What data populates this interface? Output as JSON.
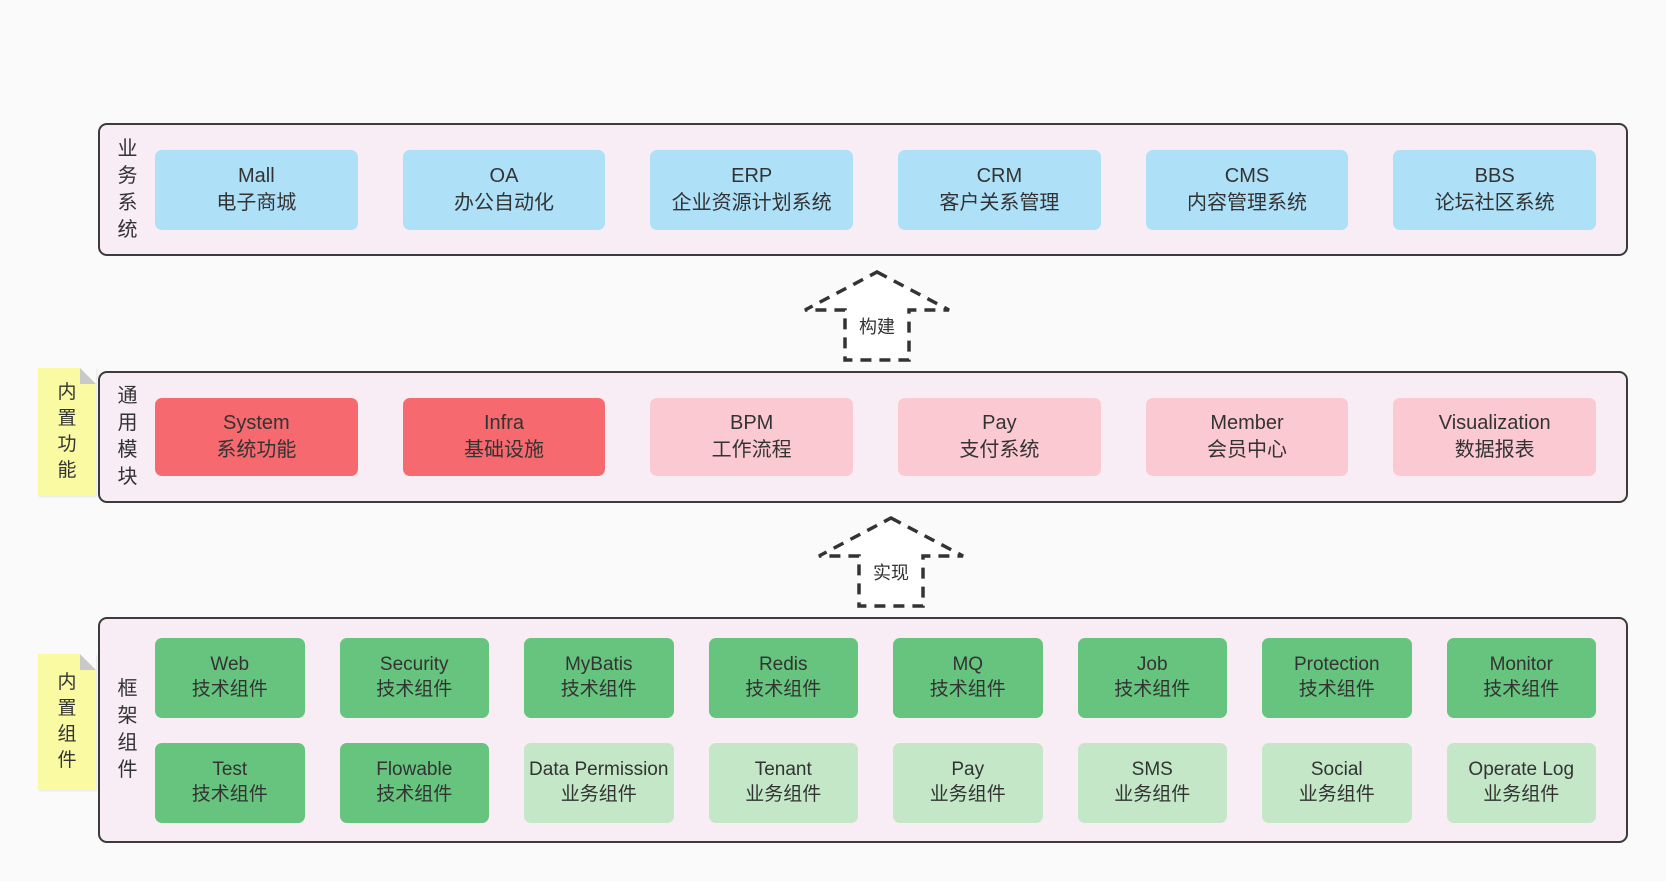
{
  "colors": {
    "page-bg": "#fafafa",
    "panel-bg": "#f8edf4",
    "panel-border": "#3b3b3b",
    "blue": "#aee0f8",
    "red": "#f5696f",
    "pink": "#fbc9d2",
    "green": "#66c47e",
    "green-light": "#c3e7c7",
    "note-yellow": "#fafaa3",
    "note-fold": "#c9c9c9",
    "text": "#333333",
    "arrow": "#333333"
  },
  "arrows": [
    {
      "label": "构建"
    },
    {
      "label": "实现"
    }
  ],
  "layers": [
    {
      "label": "业务系统",
      "boxes": [
        {
          "title": "Mall",
          "subtitle": "电子商城",
          "variant": "blue"
        },
        {
          "title": "OA",
          "subtitle": "办公自动化",
          "variant": "blue"
        },
        {
          "title": "ERP",
          "subtitle": "企业资源计划系统",
          "variant": "blue"
        },
        {
          "title": "CRM",
          "subtitle": "客户关系管理",
          "variant": "blue"
        },
        {
          "title": "CMS",
          "subtitle": "内容管理系统",
          "variant": "blue"
        },
        {
          "title": "BBS",
          "subtitle": "论坛社区系统",
          "variant": "blue"
        }
      ]
    },
    {
      "label": "通用模块",
      "note": "内置功能",
      "boxes": [
        {
          "title": "System",
          "subtitle": "系统功能",
          "variant": "red"
        },
        {
          "title": "Infra",
          "subtitle": "基础设施",
          "variant": "red"
        },
        {
          "title": "BPM",
          "subtitle": "工作流程",
          "variant": "pink"
        },
        {
          "title": "Pay",
          "subtitle": "支付系统",
          "variant": "pink"
        },
        {
          "title": "Member",
          "subtitle": "会员中心",
          "variant": "pink"
        },
        {
          "title": "Visualization",
          "subtitle": "数据报表",
          "variant": "pink"
        }
      ]
    },
    {
      "label": "框架组件",
      "note": "内置组件",
      "rows": [
        [
          {
            "title": "Web",
            "subtitle": "技术组件",
            "variant": "green"
          },
          {
            "title": "Security",
            "subtitle": "技术组件",
            "variant": "green"
          },
          {
            "title": "MyBatis",
            "subtitle": "技术组件",
            "variant": "green"
          },
          {
            "title": "Redis",
            "subtitle": "技术组件",
            "variant": "green"
          },
          {
            "title": "MQ",
            "subtitle": "技术组件",
            "variant": "green"
          },
          {
            "title": "Job",
            "subtitle": "技术组件",
            "variant": "green"
          },
          {
            "title": "Protection",
            "subtitle": "技术组件",
            "variant": "green"
          },
          {
            "title": "Monitor",
            "subtitle": "技术组件",
            "variant": "green"
          }
        ],
        [
          {
            "title": "Test",
            "subtitle": "技术组件",
            "variant": "green"
          },
          {
            "title": "Flowable",
            "subtitle": "技术组件",
            "variant": "green"
          },
          {
            "title": "Data Permission",
            "subtitle": "业务组件",
            "variant": "green-light"
          },
          {
            "title": "Tenant",
            "subtitle": "业务组件",
            "variant": "green-light"
          },
          {
            "title": "Pay",
            "subtitle": "业务组件",
            "variant": "green-light"
          },
          {
            "title": "SMS",
            "subtitle": "业务组件",
            "variant": "green-light"
          },
          {
            "title": "Social",
            "subtitle": "业务组件",
            "variant": "green-light"
          },
          {
            "title": "Operate Log",
            "subtitle": "业务组件",
            "variant": "green-light"
          }
        ]
      ]
    }
  ]
}
